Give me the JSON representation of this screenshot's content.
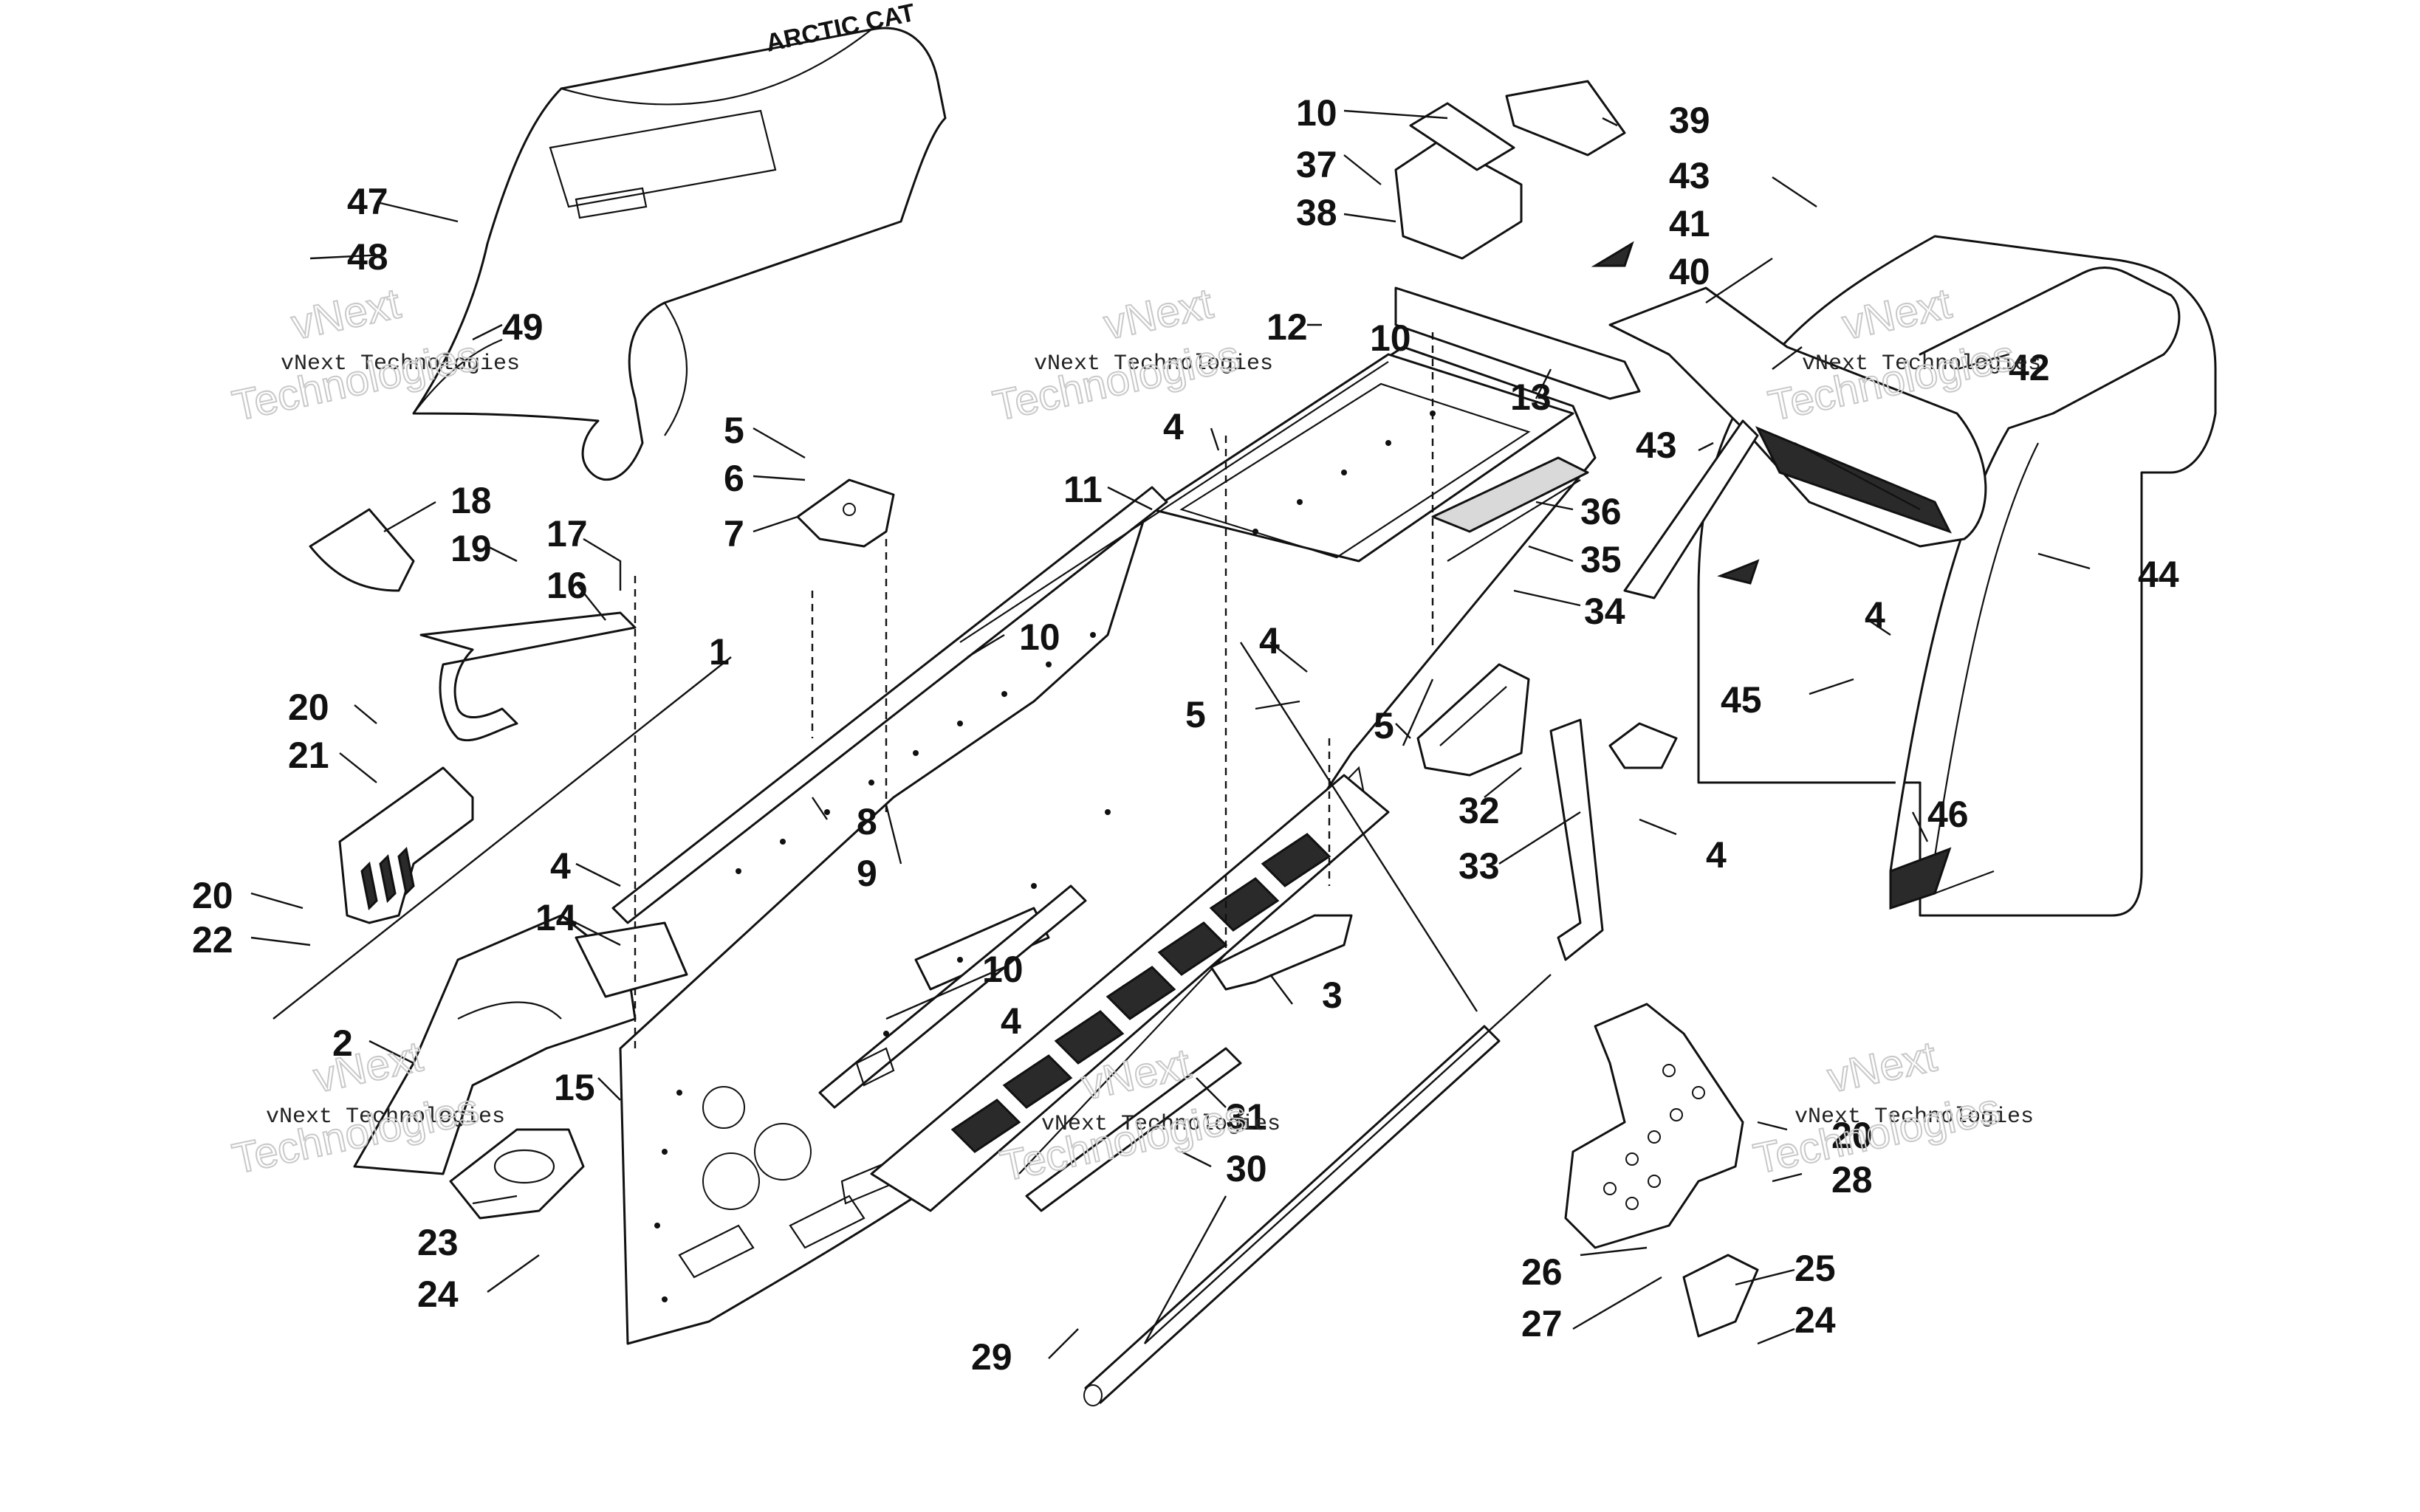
{
  "diagram": {
    "callouts": [
      {
        "id": "c47",
        "label": "47"
      },
      {
        "id": "c48",
        "label": "48"
      },
      {
        "id": "c49",
        "label": "49"
      },
      {
        "id": "c18",
        "label": "18"
      },
      {
        "id": "c19",
        "label": "19"
      },
      {
        "id": "c17",
        "label": "17"
      },
      {
        "id": "c16",
        "label": "16"
      },
      {
        "id": "c1",
        "label": "1"
      },
      {
        "id": "c20a",
        "label": "20"
      },
      {
        "id": "c21",
        "label": "21"
      },
      {
        "id": "c20b",
        "label": "20"
      },
      {
        "id": "c22",
        "label": "22"
      },
      {
        "id": "c4a",
        "label": "4"
      },
      {
        "id": "c14",
        "label": "14"
      },
      {
        "id": "c2",
        "label": "2"
      },
      {
        "id": "c15",
        "label": "15"
      },
      {
        "id": "c23",
        "label": "23"
      },
      {
        "id": "c24a",
        "label": "24"
      },
      {
        "id": "c5a",
        "label": "5"
      },
      {
        "id": "c6",
        "label": "6"
      },
      {
        "id": "c7",
        "label": "7"
      },
      {
        "id": "c8",
        "label": "8"
      },
      {
        "id": "c9",
        "label": "9"
      },
      {
        "id": "c11",
        "label": "11"
      },
      {
        "id": "c4b",
        "label": "4"
      },
      {
        "id": "c10a",
        "label": "10"
      },
      {
        "id": "c10b",
        "label": "10"
      },
      {
        "id": "c4c",
        "label": "4"
      },
      {
        "id": "c10c",
        "label": "10"
      },
      {
        "id": "c37",
        "label": "37"
      },
      {
        "id": "c38",
        "label": "38"
      },
      {
        "id": "c39",
        "label": "39"
      },
      {
        "id": "c12",
        "label": "12"
      },
      {
        "id": "c10d",
        "label": "10"
      },
      {
        "id": "c13",
        "label": "13"
      },
      {
        "id": "c36",
        "label": "36"
      },
      {
        "id": "c35",
        "label": "35"
      },
      {
        "id": "c34",
        "label": "34"
      },
      {
        "id": "c4d",
        "label": "4"
      },
      {
        "id": "c5b",
        "label": "5"
      },
      {
        "id": "c5c",
        "label": "5"
      },
      {
        "id": "c32",
        "label": "32"
      },
      {
        "id": "c33",
        "label": "33"
      },
      {
        "id": "c4e",
        "label": "4"
      },
      {
        "id": "c3",
        "label": "3"
      },
      {
        "id": "c31",
        "label": "31"
      },
      {
        "id": "c30",
        "label": "30"
      },
      {
        "id": "c29",
        "label": "29"
      },
      {
        "id": "c43a",
        "label": "43"
      },
      {
        "id": "c41",
        "label": "41"
      },
      {
        "id": "c40",
        "label": "40"
      },
      {
        "id": "c42",
        "label": "42"
      },
      {
        "id": "c43b",
        "label": "43"
      },
      {
        "id": "c44",
        "label": "44"
      },
      {
        "id": "c4f",
        "label": "4"
      },
      {
        "id": "c45",
        "label": "45"
      },
      {
        "id": "c46",
        "label": "46"
      },
      {
        "id": "c20c",
        "label": "20"
      },
      {
        "id": "c28",
        "label": "28"
      },
      {
        "id": "c26",
        "label": "26"
      },
      {
        "id": "c27",
        "label": "27"
      },
      {
        "id": "c25",
        "label": "25"
      },
      {
        "id": "c24b",
        "label": "24"
      }
    ],
    "watermark": {
      "company_line": "vNext Technologies",
      "short_line": "vNext",
      "big_line": "Technologies"
    },
    "seat_label": "ARCTIC CAT"
  }
}
